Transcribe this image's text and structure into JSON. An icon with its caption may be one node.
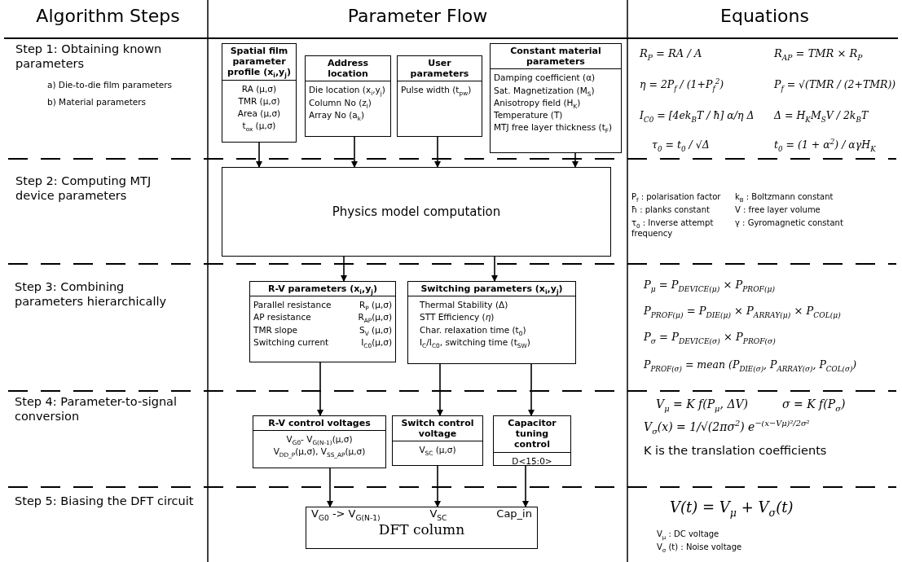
{
  "diagram": {
    "nodes": [
      {
        "text": [
          "Spatial film parameter profile (x$_{i}$,y$_{j}$)",
          "RA (μ,σ)",
          "TMR (μ,σ)",
          "Area (μ,σ)",
          "t$_{ox}$ (μ,σ)"
        ]
      },
      {
        "text": [
          "Address location",
          "Die location (x$_{i}$,y$_{j}$)",
          "Column No (z$_{l}$)",
          "Array No (a$_{k}$)"
        ]
      },
      {
        "text": [
          "User parameters",
          "Pulse width (t$_{pw}$)"
        ]
      },
      {
        "text": [
          "Constant material parameters",
          "Damping coefficient (α)",
          "Sat. Magnetization (M$_{S}$)",
          "Anisotropy field (H$_{K}$)",
          "Temperature (T)",
          "MTJ free layer thickness (t$_{F}$)"
        ]
      },
      {
        "text": [
          "Physics model computation"
        ]
      },
      {
        "text": [
          "R-V parameters (x$_{i}$,y$_{j}$)",
          "Parallel resistance",
          "R$_{P}$ (μ,σ)",
          "AP resistance",
          "R$_{AP}$(μ,σ)",
          "TMR slope",
          "S$_{V}$ (μ,σ)",
          "Switching current",
          "I$_{C0}$(μ,σ)"
        ]
      },
      {
        "text": [
          "Switching parameters (x$_{i}$,y$_{j}$)",
          "Thermal Stability (Δ)",
          "STT Efficiency (*η*)",
          "Char. relaxation time (t$_{0}$)",
          "I$_{C}$/I$_{C0}$, switching time (t$_{SW}$)"
        ]
      },
      {
        "text": [
          "R-V control voltages",
          "V$_{G0}$- V$_{G(N-1)}$(μ,σ)",
          "V$_{DD_P}$(μ,σ), V$_{SS_AP}$(μ,σ)"
        ]
      },
      {
        "text": [
          "Switch control voltage",
          "V$_{SC}$ (μ,σ)"
        ]
      },
      {
        "text": [
          "Capacitor tuning control",
          "D<15:0>"
        ]
      },
      {
        "text": [
          "V$_{G0}$ -> V$_{G(N-1)}$",
          "V$_{SC}$",
          "Cap_in",
          "DFT column"
        ]
      }
    ],
    "edges": [
      {
        "from": 0,
        "to": 4,
        "arrow": "to"
      },
      {
        "from": 1,
        "to": 4,
        "arrow": "to"
      },
      {
        "from": 2,
        "to": 4,
        "arrow": "to"
      },
      {
        "from": 3,
        "to": 4,
        "arrow": "to"
      },
      {
        "from": 4,
        "to": 5,
        "arrow": "to"
      },
      {
        "from": 4,
        "to": 6,
        "arrow": "to"
      },
      {
        "from": 5,
        "to": 7,
        "arrow": "to"
      },
      {
        "from": 6,
        "to": 8,
        "arrow": "to"
      },
      {
        "from": 6,
        "to": 9,
        "arrow": "to"
      },
      {
        "from": 7,
        "to": 10,
        "arrow": "to"
      },
      {
        "from": 8,
        "to": 10,
        "arrow": "to"
      },
      {
        "from": 9,
        "to": 10,
        "arrow": "to"
      }
    ],
    "labels": [
      "Algorithm Steps",
      "Parameter Flow",
      "Equations",
      "Step 1: Obtaining known parameters",
      "a) Die-to-die film parameters",
      "b) Material parameters",
      "R$_{P}$ = RA / A",
      "R$_{AP}$ = TMR × R$_{P}$",
      "η = 2P$_{f}$ / (1+P$_{f}$$^{2}$)",
      "P$_{f}$ = √(TMR / (2+TMR))",
      "I$_{C0}$ = [4ek$_{B}$T / ħ] α/η Δ",
      "Δ = H$_{K}$M$_{S}$V / 2k$_{B}$T",
      "τ$_{0}$ = t$_{0}$ / √Δ",
      "t$_{0}$ = (1 + α$^{2}$) / αγH$_{K}$",
      "P$_{f}$ : polarisation factor",
      "k$_{B}$ : Boltzmann constant",
      "ħ : planks constant",
      "V : free layer volume",
      "τ$_{0}$ : Inverse attempt frequency",
      "γ : Gyromagnetic constant",
      "Step 2: Computing MTJ device parameters",
      "Step 3: Combining parameters hierarchically",
      "P$_{μ}$ = P$_{DEVICE(μ)}$ × P$_{PROF(μ)}$",
      "P$_{PROF(μ)}$ = P$_{DIE(μ)}$ × P$_{ARRAY(μ)}$ × P$_{COL(μ)}$",
      "P$_{σ}$ = P$_{DEVICE(σ)}$ × P$_{PROF(σ)}$",
      "P$_{PROF(σ)}$ = mean (P$_{DIE(σ)}$, P$_{ARRAY(σ)}$, P$_{COL(σ)}$)",
      "Step 4: Parameter-to-signal conversion",
      "V$_{μ}$ = K f(P$_{μ}$, ΔV)",
      "σ = K f(P$_{σ}$)",
      "V$_{σ}$(x) = 1/√(2πσ$^{2}$) e$^{−(x−Vμ)²/2σ²}$",
      "K is the translation coefficients",
      "Step 5: Biasing the DFT circuit",
      "V(t) = V$_{μ}$ + V$_{σ}$(t)",
      "V$_{μ}$ : DC voltage",
      "V$_{σ}$ (t) : Noise voltage"
    ]
  }
}
